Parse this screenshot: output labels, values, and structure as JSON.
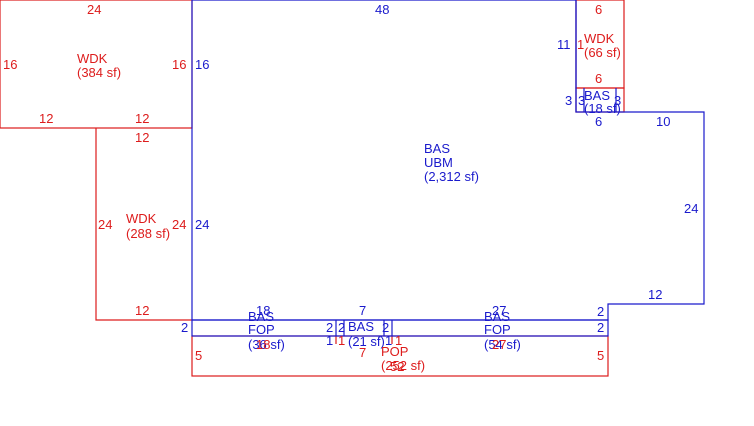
{
  "colors": {
    "blue": "#1a1acc",
    "red": "#dd1c1c"
  },
  "areas": {
    "wdk_top_left": {
      "code": "WDK",
      "area": "(384 sf)"
    },
    "bas_main": {
      "code": "BAS",
      "sub": "UBM",
      "area": "(2,312 sf)"
    },
    "wdk_top_right": {
      "code": "WDK",
      "area": "(66 sf)"
    },
    "bas_small_right": {
      "code": "BAS",
      "area": "(18 sf)"
    },
    "wdk_left": {
      "code": "WDK",
      "area": "(288 sf)"
    },
    "bas_fop_left": {
      "code": "BAS",
      "sub": "FOP",
      "area": "(36 sf)"
    },
    "bas_mid": {
      "code": "BAS",
      "area": "(21 sf)"
    },
    "pop": {
      "code": "POP",
      "area": "(252 sf)"
    },
    "bas_fop_right": {
      "code": "BAS",
      "sub": "FOP",
      "area": "(54 sf)"
    }
  },
  "dimensions": {
    "d24_top": "24",
    "d16_left": "16",
    "d16_mid": "16",
    "d16_blue": "16",
    "d12_wdk_bottom_left": "12",
    "d12_wdk_bottom_right": "12",
    "d48_top": "48",
    "d11_right": "11",
    "d1_right": "1",
    "d6_top": "6",
    "d6_mid": "6",
    "d3_a": "3",
    "d3_b": "3",
    "d3_c": "3",
    "d6_lower": "6",
    "d10": "10",
    "d24_right": "24",
    "d12_right": "12",
    "d12_wdk2_top": "12",
    "d24_wdk2_left": "24",
    "d24_wdk2_right": "24",
    "d24_blue_left": "24",
    "d12_wdk2_bottom": "12",
    "d2_left": "2",
    "d18": "18",
    "d18_b": "18",
    "d2_a": "2",
    "d2_b": "2",
    "d1_a": "1",
    "d1_b": "1",
    "d7_top": "7",
    "d1_c": "1",
    "d1_d": "1",
    "d2_c": "2",
    "d27_top": "27",
    "d27_b": "27",
    "d2_right_a": "2",
    "d2_right_b": "2",
    "d5_left": "5",
    "d5_right": "5",
    "d7_bottom": "7",
    "d52": "52"
  }
}
